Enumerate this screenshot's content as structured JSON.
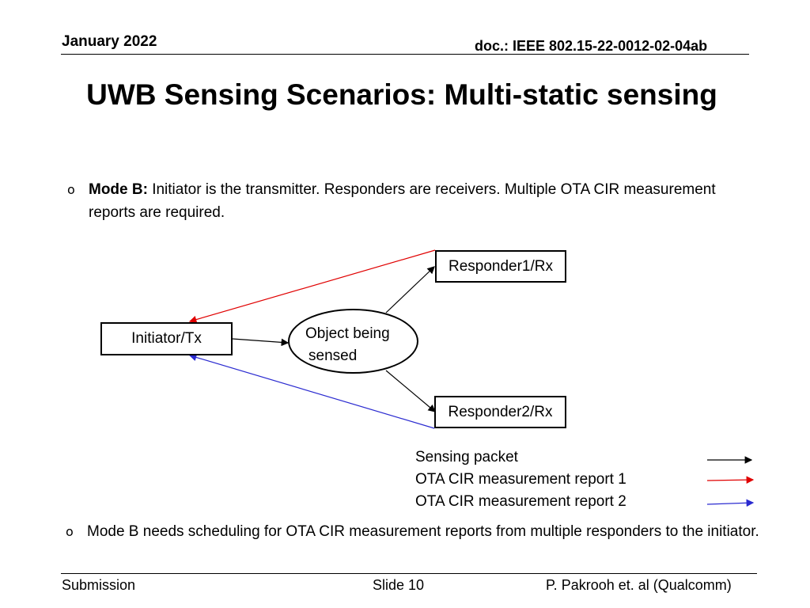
{
  "header": {
    "date": "January 2022",
    "doc": "doc.: IEEE 802.15-22-0012-02-04ab"
  },
  "title": "UWB Sensing Scenarios: Multi-static sensing",
  "bullet1": {
    "bold": "Mode B:",
    "text": " Initiator is the transmitter. Responders are receivers. Multiple OTA CIR measurement reports are required."
  },
  "diagram": {
    "responder1": "Responder1/Rx",
    "responder2": "Responder2/Rx",
    "initiator": "Initiator/Tx",
    "object_line1": "Object being",
    "object_line2": "sensed",
    "colors": {
      "sensing": "#000000",
      "report1": "#e00000",
      "report2": "#2a2ad0"
    }
  },
  "legend": {
    "items": [
      {
        "label": "Sensing packet",
        "color": "#000000"
      },
      {
        "label": "OTA CIR measurement report 1",
        "color": "#e00000"
      },
      {
        "label": "OTA CIR measurement report 2",
        "color": "#2a2ad0"
      }
    ]
  },
  "bullet2": {
    "text": "Mode B needs scheduling for OTA CIR measurement reports from multiple responders to the initiator."
  },
  "footer": {
    "left": "Submission",
    "center": "Slide 10",
    "right": "P. Pakrooh et. al (Qualcomm)"
  }
}
